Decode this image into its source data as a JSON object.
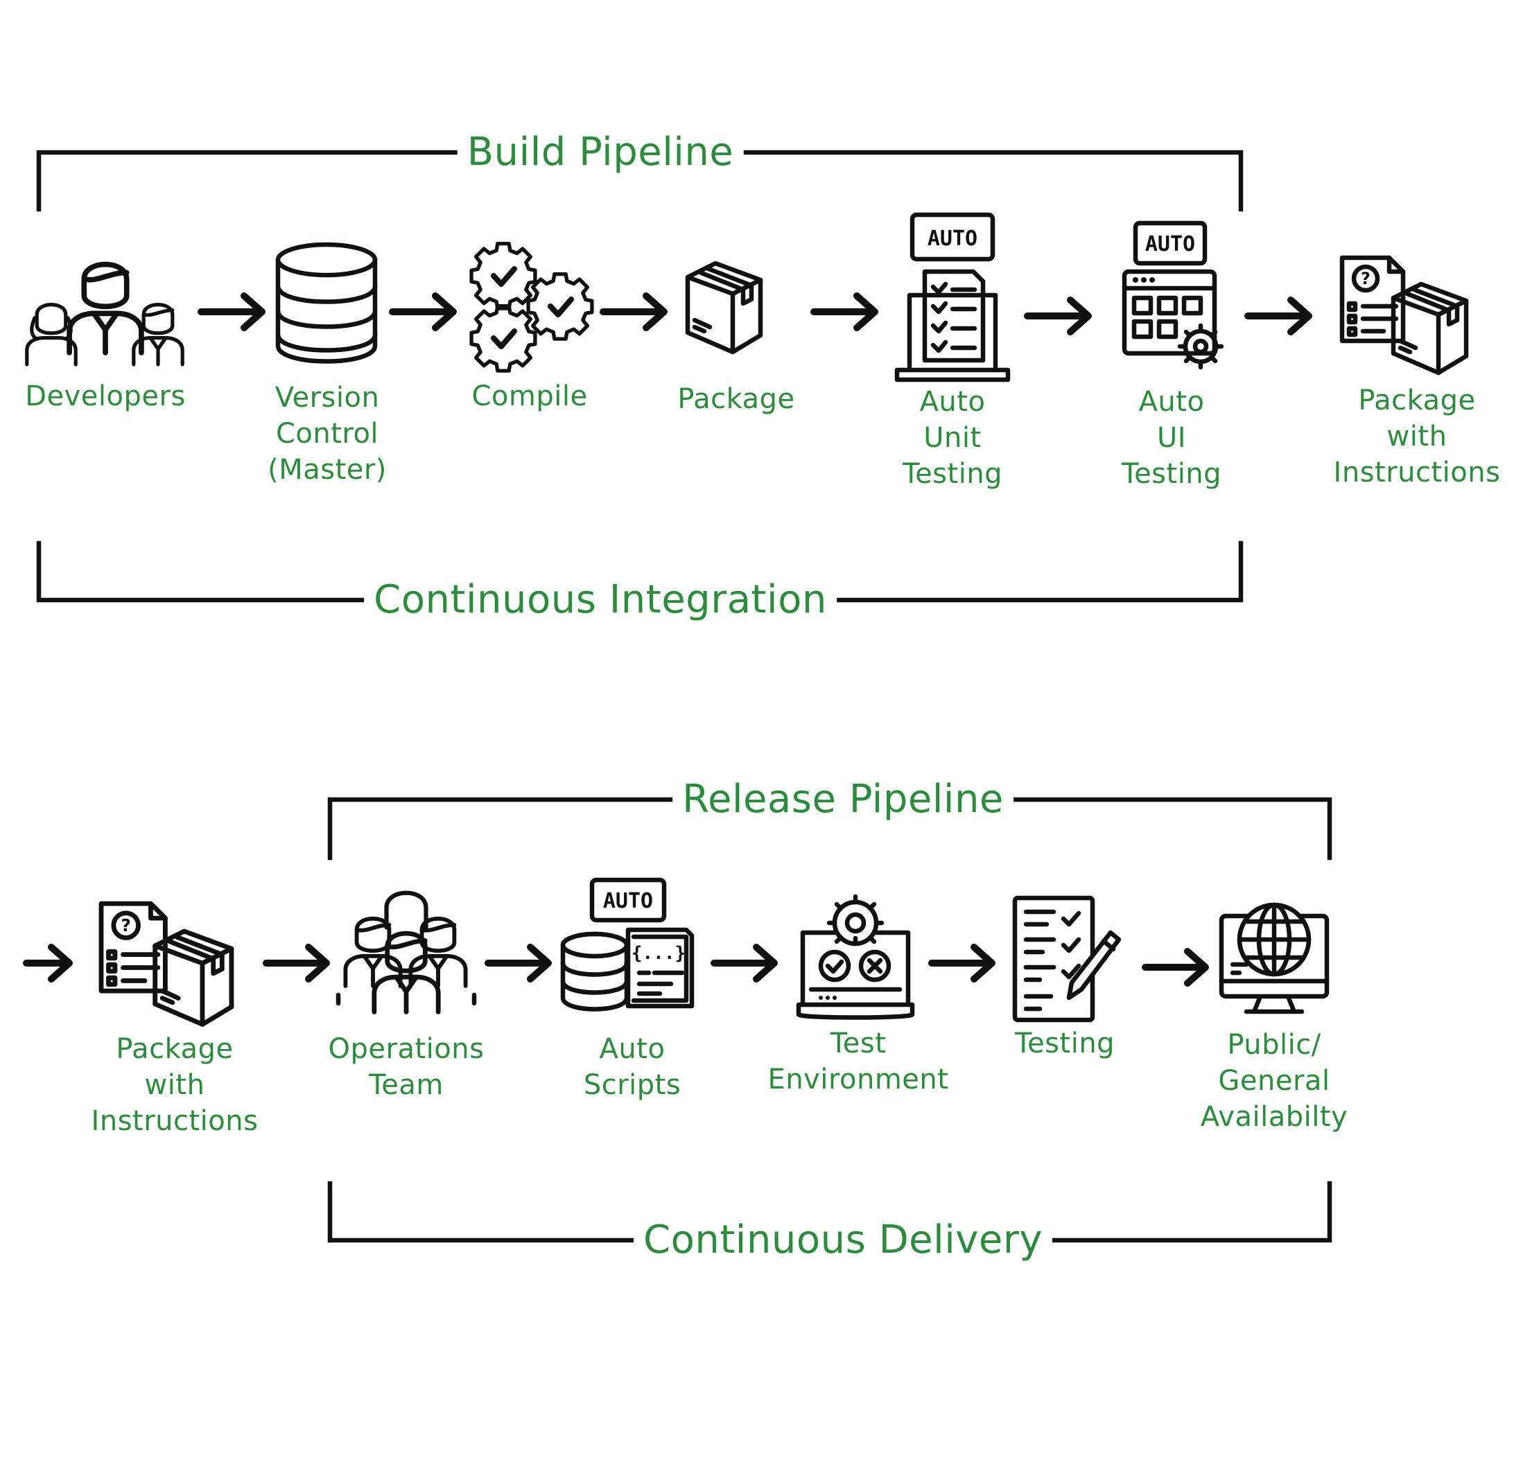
{
  "theme": {
    "label_color": "#2e8b3e",
    "line_color": "#111111"
  },
  "build": {
    "top_title": "Build Pipeline",
    "bottom_title": "Continuous Integration",
    "steps": [
      {
        "label": "Developers",
        "icon": "developers-icon"
      },
      {
        "label": "Version\nControl\n(Master)",
        "icon": "database-icon"
      },
      {
        "label": "Compile",
        "icon": "gears-check-icon"
      },
      {
        "label": "Package",
        "icon": "package-box-icon"
      },
      {
        "label": "Auto\nUnit\nTesting",
        "icon": "auto-unit-testing-icon"
      },
      {
        "label": "Auto\nUI\nTesting",
        "icon": "auto-ui-testing-icon"
      },
      {
        "label": "Package\nwith\nInstructions",
        "icon": "package-instructions-icon"
      }
    ]
  },
  "release": {
    "top_title": "Release Pipeline",
    "bottom_title": "Continuous Delivery",
    "steps": [
      {
        "label": "Package\nwith\nInstructions",
        "icon": "package-instructions-icon"
      },
      {
        "label": "Operations\nTeam",
        "icon": "operations-team-icon"
      },
      {
        "label": "Auto\nScripts",
        "icon": "auto-scripts-icon"
      },
      {
        "label": "Test\nEnvironment",
        "icon": "test-environment-icon"
      },
      {
        "label": "Testing",
        "icon": "testing-checklist-icon"
      },
      {
        "label": "Public/\nGeneral\nAvailabilty",
        "icon": "global-availability-icon"
      }
    ]
  },
  "icon_text": {
    "auto": "AUTO",
    "code": "{...}",
    "question": "?"
  }
}
